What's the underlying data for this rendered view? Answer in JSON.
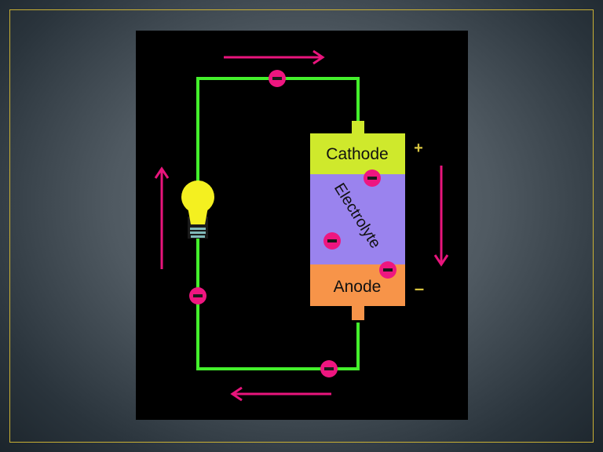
{
  "diagram": {
    "labels": {
      "cathode": "Cathode",
      "electrolyte": "Electrolyte",
      "anode": "Anode",
      "positive_sign": "+",
      "negative_sign": "–"
    },
    "colors": {
      "slide_border": "#c9b034",
      "panel_background": "#000000",
      "wire": "#44f02c",
      "cathode": "#cfe92c",
      "electrolyte": "#9a83ee",
      "anode": "#f79449",
      "electron": "#ee1680",
      "arrow": "#e8157c",
      "bulb": "#f4f020",
      "bulb_base": "#7fb8b8",
      "sign": "#d8c440"
    },
    "icons": {
      "electron": "minus-circle-icon",
      "bulb": "light-bulb-icon",
      "arrow": "direction-arrow-icon"
    }
  }
}
